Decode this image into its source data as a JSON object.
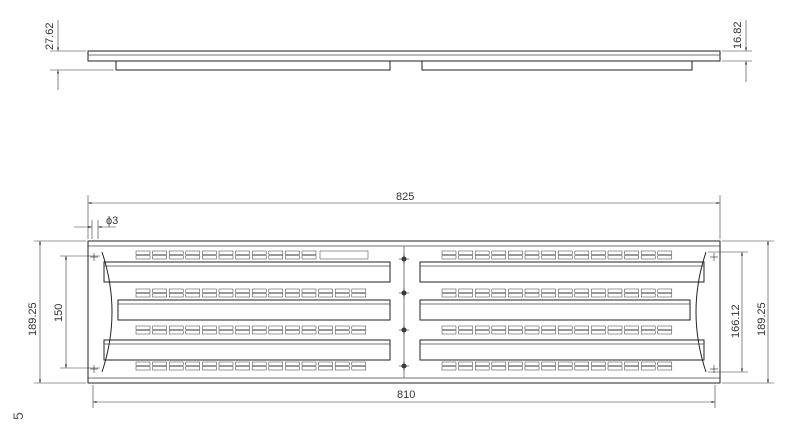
{
  "drawing": {
    "side_view": {
      "dim_left": "27.62",
      "dim_right": "16.82"
    },
    "front_view": {
      "dim_top_width": "825",
      "dim_bottom_width": "810",
      "dim_hole": "ϕ3",
      "dim_left_outer": "189.25",
      "dim_left_inner": "150",
      "dim_right_inner": "166.12",
      "dim_right_outer": "189.25"
    },
    "page_marker": "5"
  }
}
